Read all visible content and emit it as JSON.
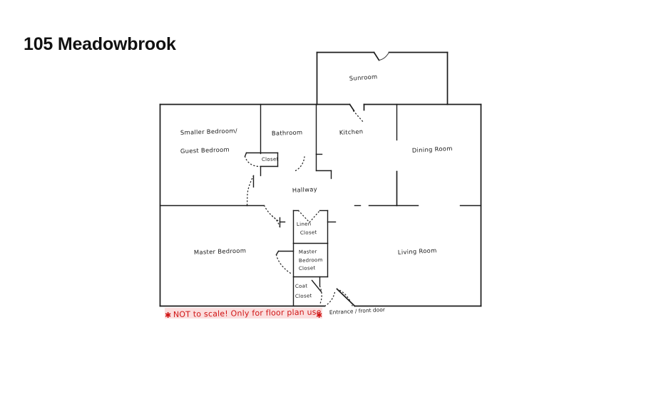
{
  "document": {
    "title": "105 Meadowbrook",
    "type": "hand-drawn floor plan sketch"
  },
  "rooms": [
    {
      "id": "smaller-guest-bedroom",
      "label_line1": "Smaller Bedroom/",
      "label_line2": "Guest Bedroom"
    },
    {
      "id": "bathroom",
      "label": "Bathroom"
    },
    {
      "id": "bathroom-closet",
      "label": "Closet"
    },
    {
      "id": "kitchen",
      "label": "Kitchen"
    },
    {
      "id": "sunroom",
      "label": "Sunroom"
    },
    {
      "id": "dining-room",
      "label": "Dining Room"
    },
    {
      "id": "hallway",
      "label": "Hallway"
    },
    {
      "id": "master-bedroom",
      "label": "Master Bedroom"
    },
    {
      "id": "living-room",
      "label": "Living Room"
    },
    {
      "id": "linen-closet",
      "label_line1": "Linen",
      "label_line2": "Closet"
    },
    {
      "id": "master-bedroom-closet",
      "label_line1": "Master",
      "label_line2": "Bedroom",
      "label_line3": "Closet"
    },
    {
      "id": "coat-closet",
      "label_line1": "Coat",
      "label_line2": "Closet"
    }
  ],
  "annotations": {
    "disclaimer": {
      "star_left": "✱",
      "text": "NOT to scale! Only for floor plan use",
      "star_right": "✱",
      "color": "#d01515",
      "highlight_color": "#fbdede"
    },
    "entrance": {
      "text": "Entrance / front door",
      "color": "#1a1a1a"
    }
  },
  "colors": {
    "wall": "#1b1b1b",
    "text": "#1a1a1a",
    "red": "#d01515",
    "background": "#ffffff"
  }
}
